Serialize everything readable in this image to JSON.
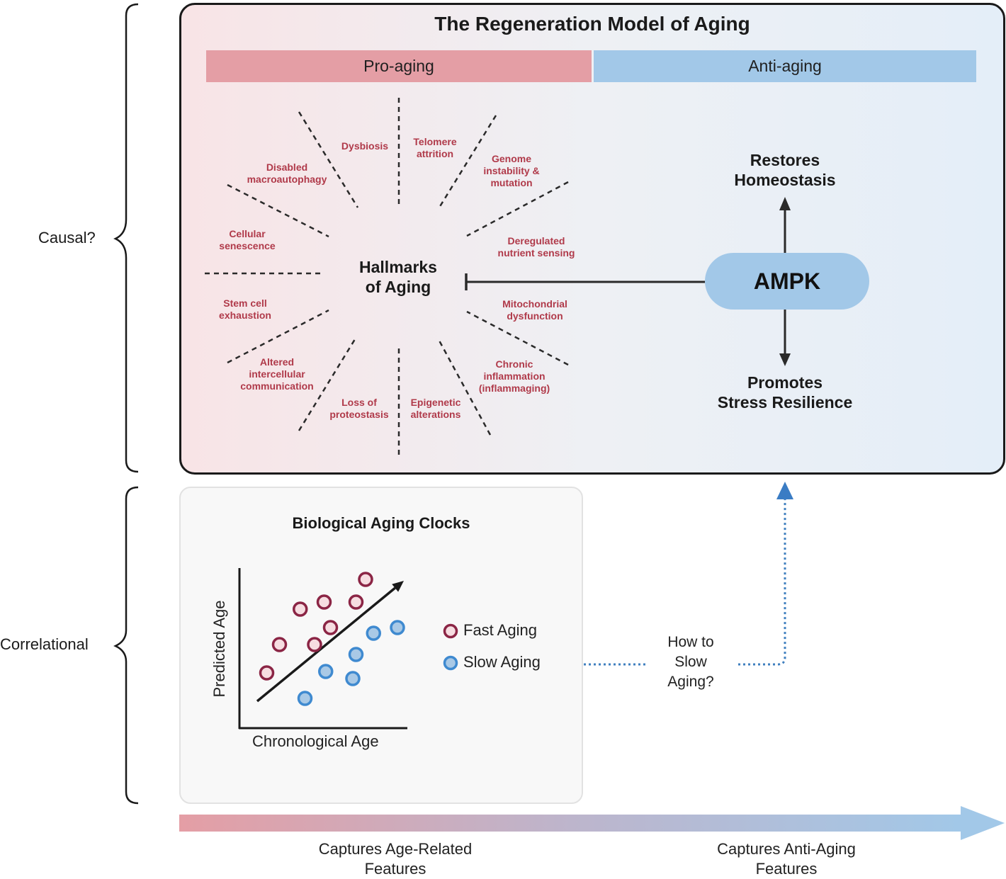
{
  "side_labels": {
    "causal": "Causal?",
    "correlational": "Correlational"
  },
  "model": {
    "title": "The Regeneration Model of Aging",
    "pro_aging_label": "Pro-aging",
    "anti_aging_label": "Anti-aging",
    "center_label_line1": "Hallmarks",
    "center_label_line2": "of Aging",
    "hallmarks": [
      {
        "line1": "Dysbiosis",
        "line2": "",
        "line3": ""
      },
      {
        "line1": "Telomere",
        "line2": "attrition",
        "line3": ""
      },
      {
        "line1": "Genome",
        "line2": "instability &",
        "line3": "mutation"
      },
      {
        "line1": "Deregulated",
        "line2": "nutrient sensing",
        "line3": ""
      },
      {
        "line1": "Mitochondrial",
        "line2": "dysfunction",
        "line3": ""
      },
      {
        "line1": "Chronic",
        "line2": "inflammation",
        "line3": "(inflammaging)"
      },
      {
        "line1": "Epigenetic",
        "line2": "alterations",
        "line3": ""
      },
      {
        "line1": "Loss of",
        "line2": "proteostasis",
        "line3": ""
      },
      {
        "line1": "Altered",
        "line2": "intercellular",
        "line3": "communication"
      },
      {
        "line1": "Stem cell",
        "line2": "exhaustion",
        "line3": ""
      },
      {
        "line1": "Cellular",
        "line2": "senescence",
        "line3": ""
      },
      {
        "line1": "Disabled",
        "line2": "macroautophagy",
        "line3": ""
      }
    ],
    "ampk_label": "AMPK",
    "restores_line1": "Restores",
    "restores_line2": "Homeostasis",
    "promotes_line1": "Promotes",
    "promotes_line2": "Stress Resilience",
    "colors": {
      "pro": "#e49ea5",
      "anti": "#a2c8e8",
      "hallmark_text": "#b03a4a"
    }
  },
  "clocks": {
    "title": "Biological Aging Clocks",
    "question_line1": "How to",
    "question_line2": "Slow",
    "question_line3": "Aging?"
  },
  "chart_data": {
    "type": "scatter",
    "title": "Biological Aging Clocks",
    "xlabel": "Chronological Age",
    "ylabel": "Predicted Age",
    "xlim": [
      0,
      10
    ],
    "ylim": [
      0,
      10
    ],
    "grid": false,
    "legend_position": "right",
    "trend_arrow": {
      "from": [
        0.8,
        1.0
      ],
      "to": [
        10.0,
        9.5
      ]
    },
    "series": [
      {
        "name": "Fast Aging",
        "stroke": "#8b2545",
        "fill": "#f6dde1",
        "points": [
          [
            1.4,
            3.0
          ],
          [
            2.2,
            5.0
          ],
          [
            3.5,
            7.5
          ],
          [
            4.4,
            5.0
          ],
          [
            5.4,
            6.2
          ],
          [
            5.0,
            8.0
          ],
          [
            7.0,
            8.0
          ],
          [
            7.6,
            9.6
          ]
        ]
      },
      {
        "name": "Slow Aging",
        "stroke": "#3f8ad0",
        "fill": "#a9c9e6",
        "points": [
          [
            3.8,
            1.2
          ],
          [
            5.1,
            3.1
          ],
          [
            6.8,
            2.6
          ],
          [
            7.0,
            4.3
          ],
          [
            8.1,
            5.8
          ],
          [
            9.6,
            6.2
          ]
        ]
      }
    ]
  },
  "bottom_axis": {
    "left_line1": "Captures Age-Related",
    "left_line2": "Features",
    "right_line1": "Captures Anti-Aging",
    "right_line2": "Features"
  }
}
